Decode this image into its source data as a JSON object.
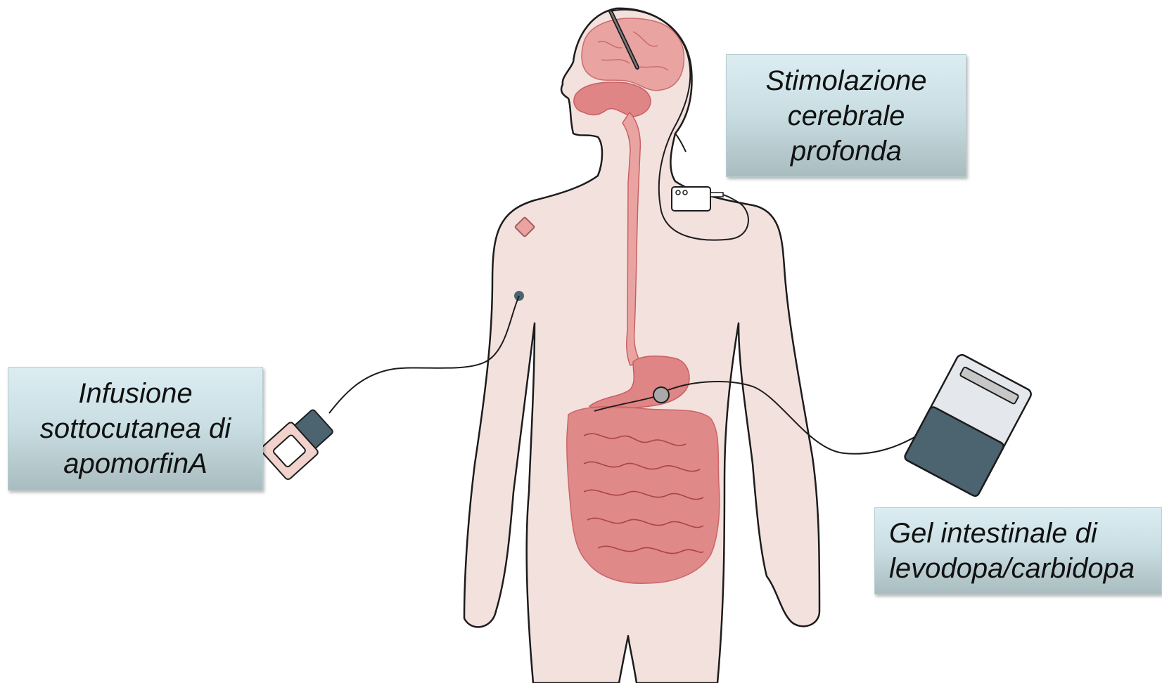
{
  "labels": {
    "dbs": {
      "lines": [
        "Stimolazione",
        "cerebrale",
        "profonda"
      ]
    },
    "apomorphine": {
      "lines": [
        "Infusione",
        "sottocutanea di",
        "apomorfinA"
      ]
    },
    "gel": {
      "lines": [
        "Gel intestinale di",
        "levodopa/carbidopa"
      ]
    }
  },
  "colors": {
    "skin": "#f3e1dd",
    "outline": "#1c1c1c",
    "organ": "#df8585",
    "organ_dark": "#c95e62",
    "pump_dark": "#4b6470",
    "label_bg_top": "#dcedf2",
    "label_bg_bottom": "#a9bcbf"
  }
}
